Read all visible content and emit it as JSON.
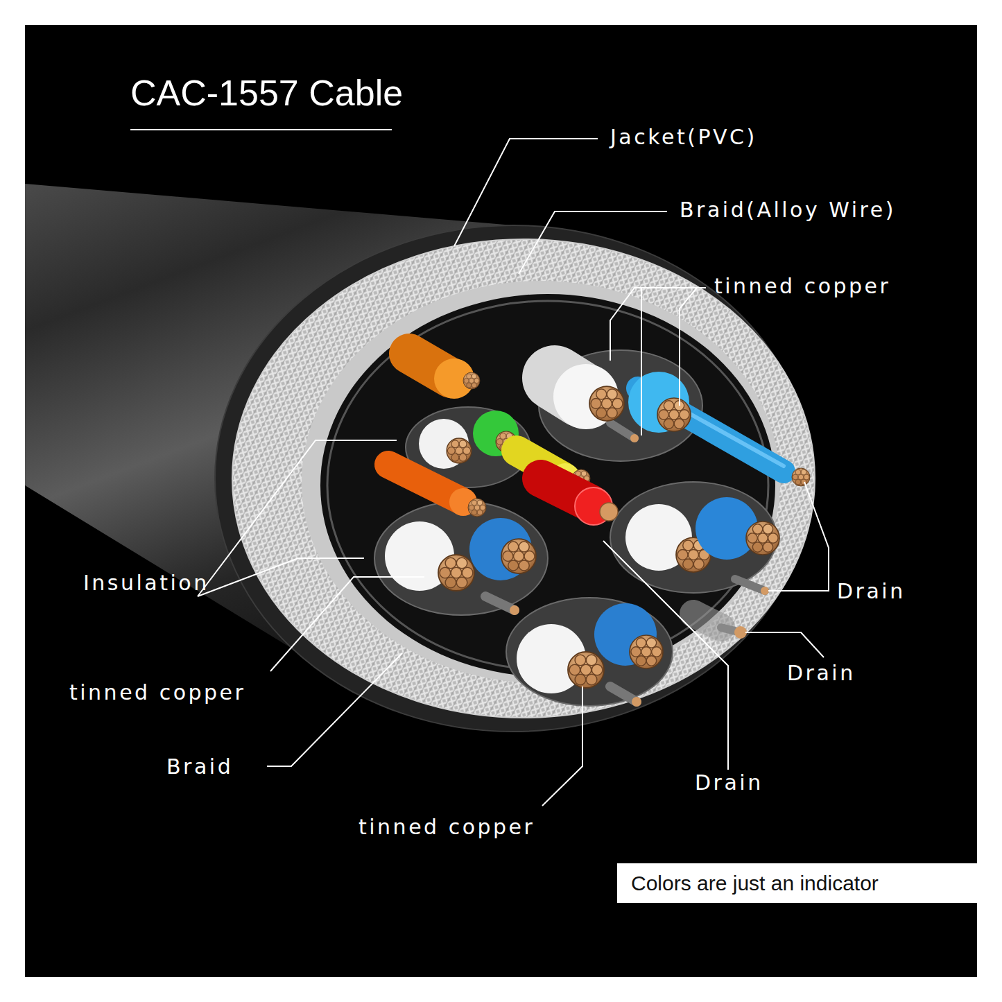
{
  "diagram": {
    "title": "CAC-1557 Cable",
    "nodes": [
      {
        "text": [
          "Colors are just an indicator"
        ]
      }
    ],
    "labels": [
      "Jacket(PVC)",
      "Braid(Alloy Wire)",
      "tinned copper",
      "Insulation",
      "Drain",
      "Drain",
      "tinned copper",
      "Braid",
      "Drain",
      "tinned copper"
    ]
  }
}
